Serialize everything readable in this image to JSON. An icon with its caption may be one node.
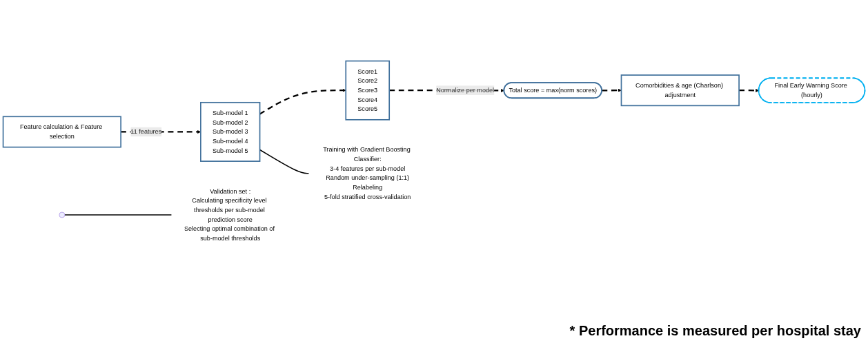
{
  "diagram": {
    "nodes": [
      {
        "text": [
          "Feature calculation & Feature selection"
        ]
      },
      {
        "text": [
          "Sub-model 1",
          "Sub-model 2",
          "Sub-model 3",
          "Sub-model 4",
          "Sub-model 5"
        ]
      },
      {
        "text": [
          "Score1",
          "Score2",
          "Score3",
          "Score4",
          "Score5"
        ]
      },
      {
        "text": [
          "Total score = max(norm scores)"
        ]
      },
      {
        "text": [
          "Comorbidities & age (Charlson) adjustment"
        ]
      },
      {
        "text": [
          "Final Early Warning Score (hourly)"
        ]
      },
      {
        "text": [
          "Training with Gradient Boosting Classifier:",
          "3-4 features per sub-model",
          "Random under-sampling (1:1)",
          "Relabeling",
          "5-fold stratified cross-validation"
        ]
      },
      {
        "text": [
          "Validation set :",
          "Calculating specificity level thresholds per sub-model prediction score",
          "Selecting optimal combination of sub-model thresholds"
        ]
      }
    ],
    "edges": [
      {
        "from": 0,
        "to": 1,
        "arrow": "to",
        "label": "11 features",
        "style": "dashed"
      },
      {
        "from": 1,
        "to": 2,
        "arrow": "to",
        "style": "dashed"
      },
      {
        "from": 2,
        "to": 3,
        "arrow": "to",
        "label": "Normalize per model",
        "style": "dashed"
      },
      {
        "from": 3,
        "to": 4,
        "arrow": "to",
        "style": "dashed"
      },
      {
        "from": 4,
        "to": 5,
        "arrow": "to",
        "style": "dashed"
      },
      {
        "from": 1,
        "to": 6,
        "arrow": "none"
      },
      {
        "from": null,
        "to": 7,
        "arrow": "none"
      }
    ],
    "labels": [
      "* Performance is measured per hospital stay"
    ]
  }
}
